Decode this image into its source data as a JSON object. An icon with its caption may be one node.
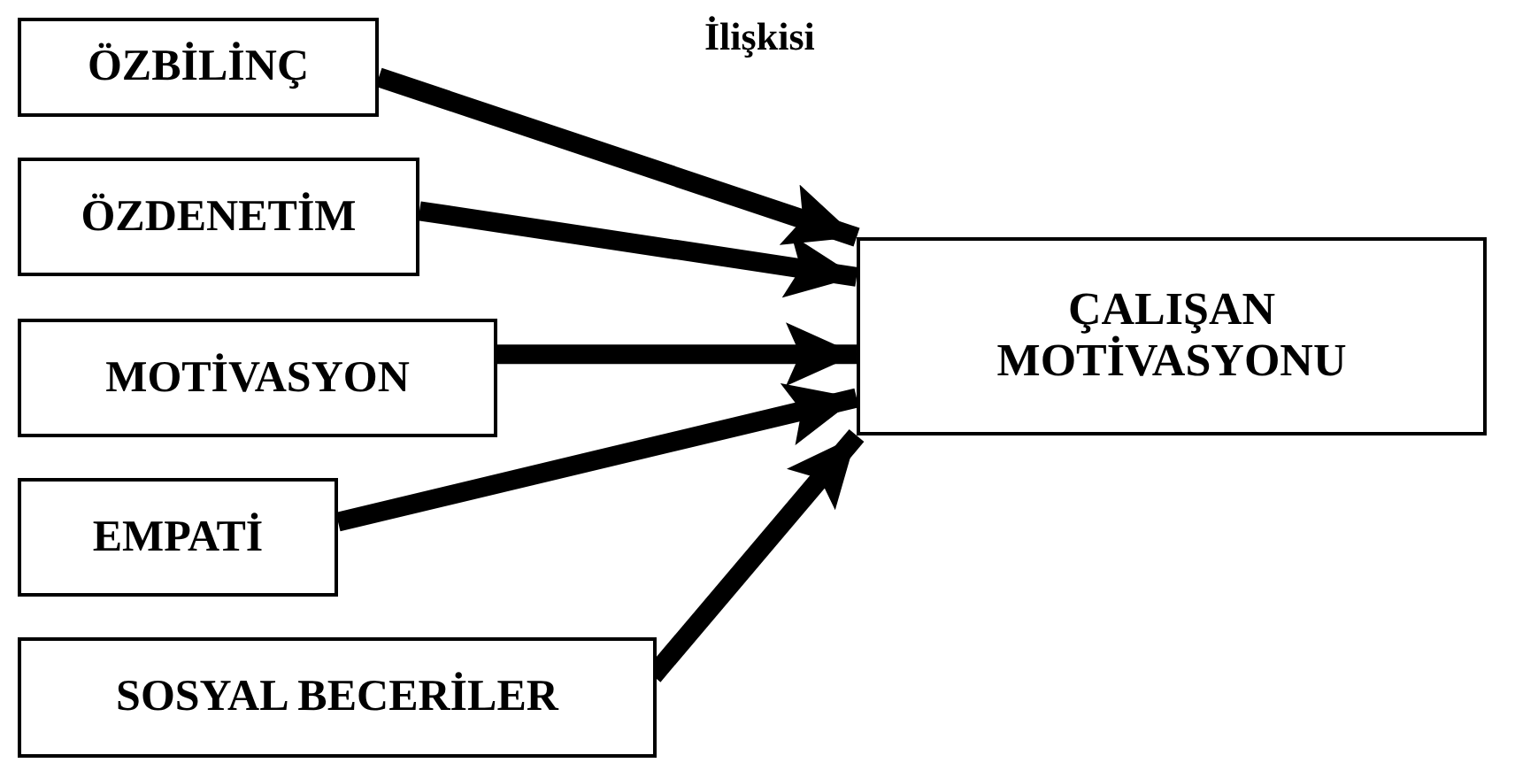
{
  "diagram": {
    "nodes": [
      {
        "text": [
          "ÖZBİLİNÇ"
        ]
      },
      {
        "text": [
          "ÖZDENETİM"
        ]
      },
      {
        "text": [
          "MOTİVASYON"
        ]
      },
      {
        "text": [
          "EMPATİ"
        ]
      },
      {
        "text": [
          "SOSYAL BECERİLER"
        ]
      },
      {
        "text": [
          "ÇALIŞAN MOTİVASYONU"
        ]
      }
    ],
    "edges": [
      {
        "from": 0,
        "to": 5,
        "arrow": "to"
      },
      {
        "from": 1,
        "to": 5,
        "arrow": "to"
      },
      {
        "from": 2,
        "to": 5,
        "arrow": "to"
      },
      {
        "from": 3,
        "to": 5,
        "arrow": "to"
      },
      {
        "from": 4,
        "to": 5,
        "arrow": "to"
      }
    ],
    "labels": [
      "İlişkisi"
    ]
  }
}
